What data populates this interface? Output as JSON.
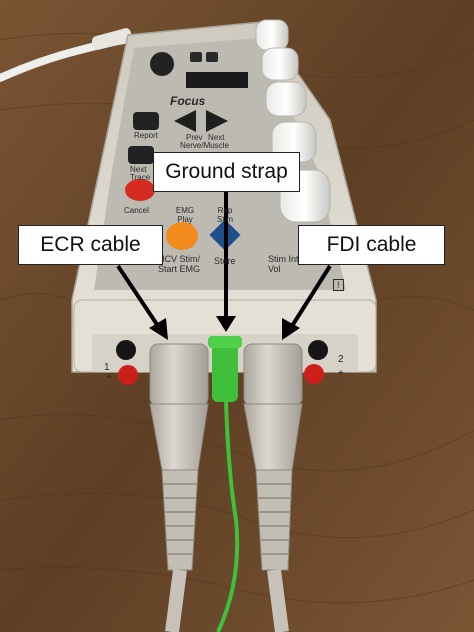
{
  "image": {
    "description_free": true
  },
  "labels": {
    "ground": "Ground strap",
    "ecr": "ECR cable",
    "fdi": "FDI cable"
  },
  "device": {
    "brand": "Focus",
    "buttons": {
      "report": "Report",
      "prev": "Prev",
      "next": "Next",
      "nerve_muscle": "Nerve/Muscle",
      "next_trace": "Next Trace",
      "cancel": "Cancel",
      "emg_play": "EMG Play",
      "rep_stim": "Rep Stim",
      "ncv_stim": "NCV Stim/ Start EMG",
      "store": "Store",
      "stim_int_vol": "Stim Int Vol"
    },
    "port_marks": {
      "left_num": "1",
      "left_sign": "+",
      "right_num": "2",
      "right_sign": "+",
      "warning": "!"
    }
  },
  "colors": {
    "table": "#6b4a2e",
    "device_body": "#ddd8cd",
    "panel": "#b9b6ae",
    "orange_button": "#f28a1e",
    "blue_button": "#1f4f8a",
    "red_button": "#d62b1f",
    "ground_wire": "#3fbf3a",
    "connector": "#c9c6bd"
  }
}
